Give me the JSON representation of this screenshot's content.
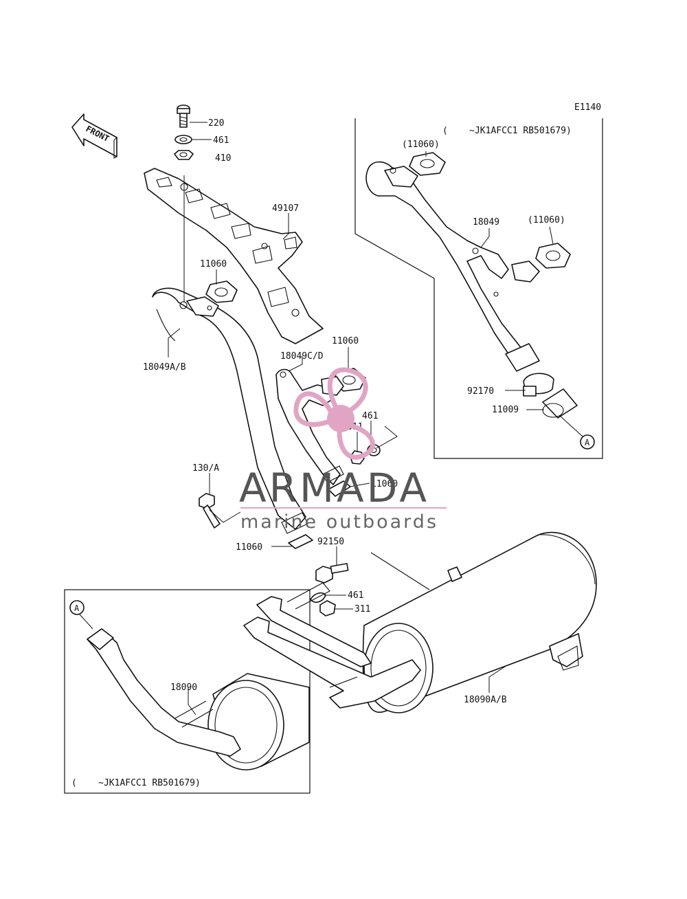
{
  "diagram": {
    "code": "E1140",
    "front_label": "FRONT",
    "parts": {
      "p220": "220",
      "p461_top": "461",
      "p410": "410",
      "p49107": "49107",
      "p11060_mid": "11060",
      "p18049AB": "18049A/B",
      "p11060_center": "11060",
      "p18049CD": "18049C/D",
      "p461_mid": "461",
      "p311_mid": "311",
      "p11060_right": "11060",
      "p130A": "130/A",
      "p11060_bottom": "11060",
      "p92150": "92150",
      "p461_low": "461",
      "p311_low": "311",
      "p18090AB": "18090A/B",
      "p18090": "18090",
      "p11060_inset_top": "(11060)",
      "p18049_inset": "18049",
      "p11060_inset_right": "(11060)",
      "p92170": "92170",
      "p11009": "11009"
    },
    "inset_top_note": "(    ~JK1AFCC1 RB501679)",
    "inset_bottom_note": "(    ~JK1AFCC1 RB501679)",
    "ref_marker_a1": "A",
    "ref_marker_a2": "A"
  },
  "watermark": {
    "brand": "ARMADA",
    "tagline": "marine outboards",
    "accent_color": "#e1a4c4",
    "text_color": "#555555"
  }
}
